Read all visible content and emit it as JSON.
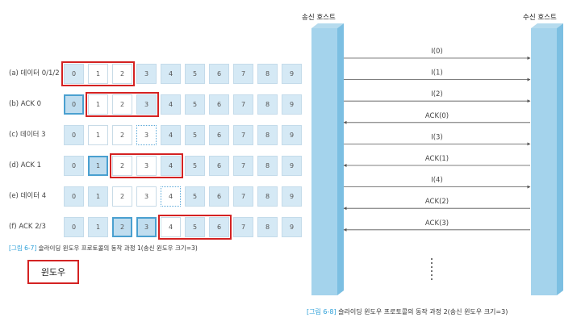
{
  "fig7": {
    "rows": [
      {
        "label": "(a) 데이터 0/1/2",
        "cells": [
          "l",
          "w",
          "w",
          "l",
          "l",
          "l",
          "l",
          "l",
          "l",
          "l"
        ],
        "window": [
          0,
          2
        ]
      },
      {
        "label": "(b) ACK 0",
        "cells": [
          "b",
          "w",
          "w",
          "l",
          "l",
          "l",
          "l",
          "l",
          "l",
          "l"
        ],
        "window": [
          1,
          3
        ]
      },
      {
        "label": "(c) 데이터 3",
        "cells": [
          "l",
          "w",
          "w",
          "d",
          "l",
          "l",
          "l",
          "l",
          "l",
          "l"
        ],
        "window": null
      },
      {
        "label": "(d) ACK 1",
        "cells": [
          "l",
          "b",
          "w",
          "w",
          "l",
          "l",
          "l",
          "l",
          "l",
          "l"
        ],
        "window": [
          2,
          4
        ]
      },
      {
        "label": "(e) 데이터 4",
        "cells": [
          "l",
          "l",
          "w",
          "w",
          "d",
          "l",
          "l",
          "l",
          "l",
          "l"
        ],
        "window": null
      },
      {
        "label": "(f) ACK 2/3",
        "cells": [
          "l",
          "l",
          "b",
          "b",
          "w",
          "l",
          "l",
          "l",
          "l",
          "l"
        ],
        "window": [
          4,
          6
        ]
      }
    ],
    "cell_numbers": [
      "0",
      "1",
      "2",
      "3",
      "4",
      "5",
      "6",
      "7",
      "8",
      "9"
    ],
    "caption_tag": "[그림 6-7]",
    "caption_text": " 슬라이딩 윈도우 프로토콜의 동작 과정 1(송신 윈도우 크기=3)"
  },
  "legend": {
    "label": "윈도우"
  },
  "fig8": {
    "sender": "송신 호스트",
    "receiver": "수신 호스트",
    "messages": [
      {
        "label": "I(0)",
        "dir": "right"
      },
      {
        "label": "I(1)",
        "dir": "right"
      },
      {
        "label": "I(2)",
        "dir": "right"
      },
      {
        "label": "ACK(0)",
        "dir": "left"
      },
      {
        "label": "I(3)",
        "dir": "right"
      },
      {
        "label": "ACK(1)",
        "dir": "left"
      },
      {
        "label": "I(4)",
        "dir": "right"
      },
      {
        "label": "ACK(2)",
        "dir": "left"
      },
      {
        "label": "ACK(3)",
        "dir": "left"
      }
    ],
    "caption_tag": "[그림 6-8]",
    "caption_text": " 슬라이딩 윈도우 프로토콜의 동작 과정 2(송신 윈도우 크기=3)"
  },
  "colors": {
    "accent": "#2b9fd8",
    "window": "#d42222",
    "cell": "#d5e9f5"
  }
}
